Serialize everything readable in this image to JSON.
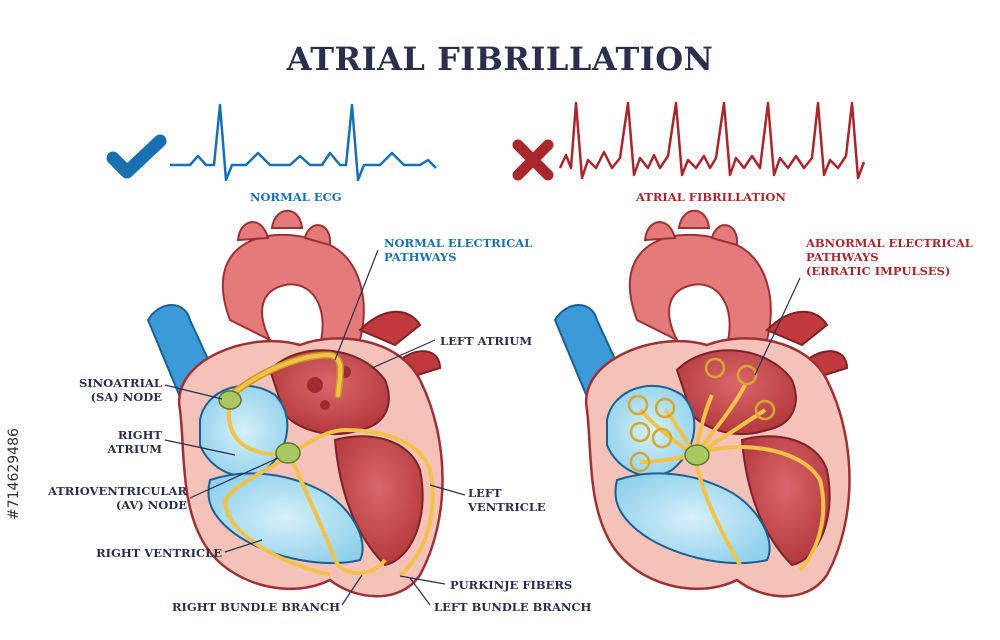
{
  "title": "ATRIAL FIBRILLATION",
  "ecg": {
    "normal_label": "NORMAL ECG",
    "afib_label": "ATRIAL FIBRILLATION",
    "normal_color": "#1a6fb0",
    "afib_color": "#a8272d",
    "normal_icon": "checkmark-icon",
    "afib_icon": "cross-icon"
  },
  "labels": {
    "normal_pathways": "NORMAL ELECTRICAL\nPATHWAYS",
    "abnormal_pathways": "ABNORMAL ELECTRICAL\nPATHWAYS\n(ERRATIC IMPULSES)",
    "left_atrium": "LEFT ATRIUM",
    "sa_node": "SINOATRIAL\n(SA) NODE",
    "right_atrium": "RIGHT\nATRIUM",
    "av_node": "ATRIOVENTRICULAR\n(AV) NODE",
    "right_ventricle": "RIGHT VENTRICLE",
    "left_ventricle": "LEFT\nVENTRICLE",
    "purkinje": "PURKINJE FIBERS",
    "right_bundle": "RIGHT BUNDLE BRANCH",
    "left_bundle": "LEFT BUNDLE BRANCH"
  },
  "stock_id": "#714629486",
  "colors": {
    "aorta": "#e47a7a",
    "vein_blue": "#3a9bd8",
    "muscle": "#f4c2b8",
    "left_chamber": "#c74b4e",
    "right_chamber": "#a9dcf0",
    "pathway": "#f2c24a",
    "node": "#a9c863"
  }
}
